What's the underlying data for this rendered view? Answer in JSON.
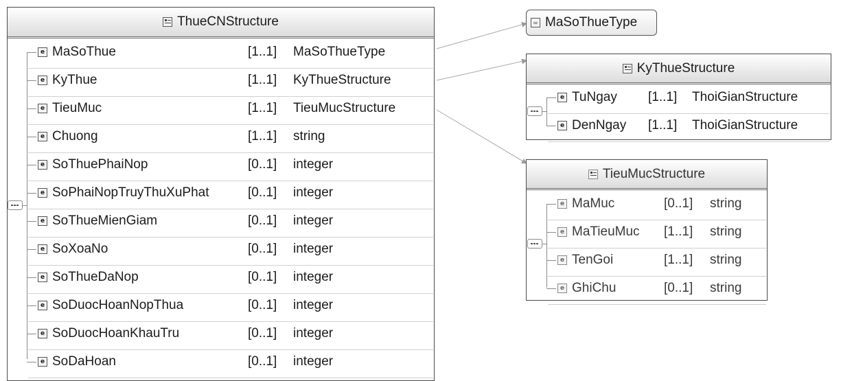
{
  "main": {
    "title": "ThueCNStructure",
    "elements": [
      {
        "name": "MaSoThue",
        "card": "[1..1]",
        "type": "MaSoThueType"
      },
      {
        "name": "KyThue",
        "card": "[1..1]",
        "type": "KyThueStructure"
      },
      {
        "name": "TieuMuc",
        "card": "[1..1]",
        "type": "TieuMucStructure"
      },
      {
        "name": "Chuong",
        "card": "[1..1]",
        "type": "string"
      },
      {
        "name": "SoThuePhaiNop",
        "card": "[0..1]",
        "type": "integer"
      },
      {
        "name": "SoPhaiNopTruyThuXuPhat",
        "card": "[0..1]",
        "type": "integer"
      },
      {
        "name": "SoThueMienGiam",
        "card": "[0..1]",
        "type": "integer"
      },
      {
        "name": "SoXoaNo",
        "card": "[0..1]",
        "type": "integer"
      },
      {
        "name": "SoThueDaNop",
        "card": "[0..1]",
        "type": "integer"
      },
      {
        "name": "SoDuocHoanNopThua",
        "card": "[0..1]",
        "type": "integer"
      },
      {
        "name": "SoDuocHoanKhauTru",
        "card": "[0..1]",
        "type": "integer"
      },
      {
        "name": "SoDaHoan",
        "card": "[0..1]",
        "type": "integer"
      }
    ]
  },
  "masothue_type": {
    "title": "MaSoThueType"
  },
  "kythue": {
    "title": "KyThueStructure",
    "elements": [
      {
        "name": "TuNgay",
        "card": "[1..1]",
        "type": "ThoiGianStructure"
      },
      {
        "name": "DenNgay",
        "card": "[1..1]",
        "type": "ThoiGianStructure"
      }
    ]
  },
  "tieumuc": {
    "title": "TieuMucStructure",
    "elements": [
      {
        "name": "MaMuc",
        "card": "[0..1]",
        "type": "string"
      },
      {
        "name": "MaTieuMuc",
        "card": "[1..1]",
        "type": "string"
      },
      {
        "name": "TenGoi",
        "card": "[1..1]",
        "type": "string"
      },
      {
        "name": "GhiChu",
        "card": "[0..1]",
        "type": "string"
      }
    ]
  },
  "icons": {
    "complex_type": "complex-type-icon",
    "simple_type": "simple-type-icon",
    "element": "element-icon",
    "sequence": "sequence-compositor-icon"
  }
}
